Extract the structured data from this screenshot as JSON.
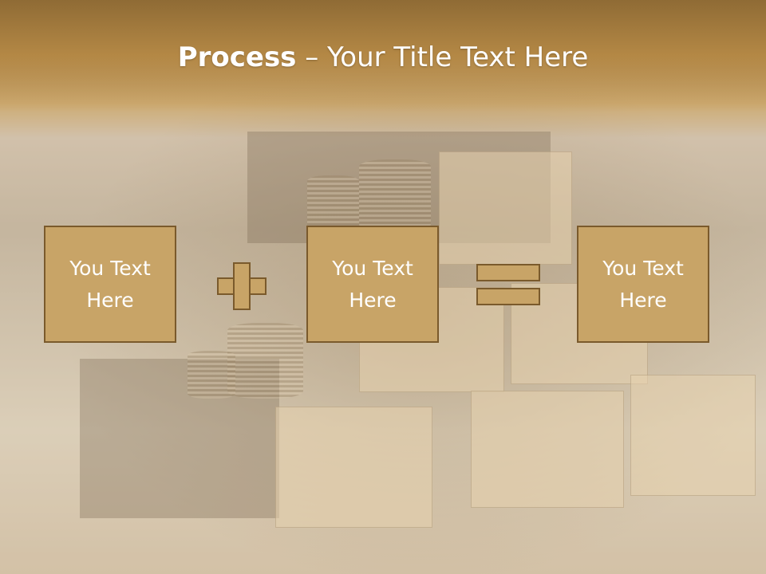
{
  "title": {
    "bold": "Process",
    "rest": " – Your Title Text Here"
  },
  "boxes": [
    {
      "text": "You Text Here"
    },
    {
      "text": "You Text Here"
    },
    {
      "text": "You Text Here"
    }
  ],
  "operators": {
    "plus": "plus-icon",
    "equals": "equals-icon"
  },
  "colors": {
    "header": "#a77b3c",
    "box_fill": "#c8a467",
    "box_border": "#7a5a2c",
    "text": "#ffffff"
  }
}
